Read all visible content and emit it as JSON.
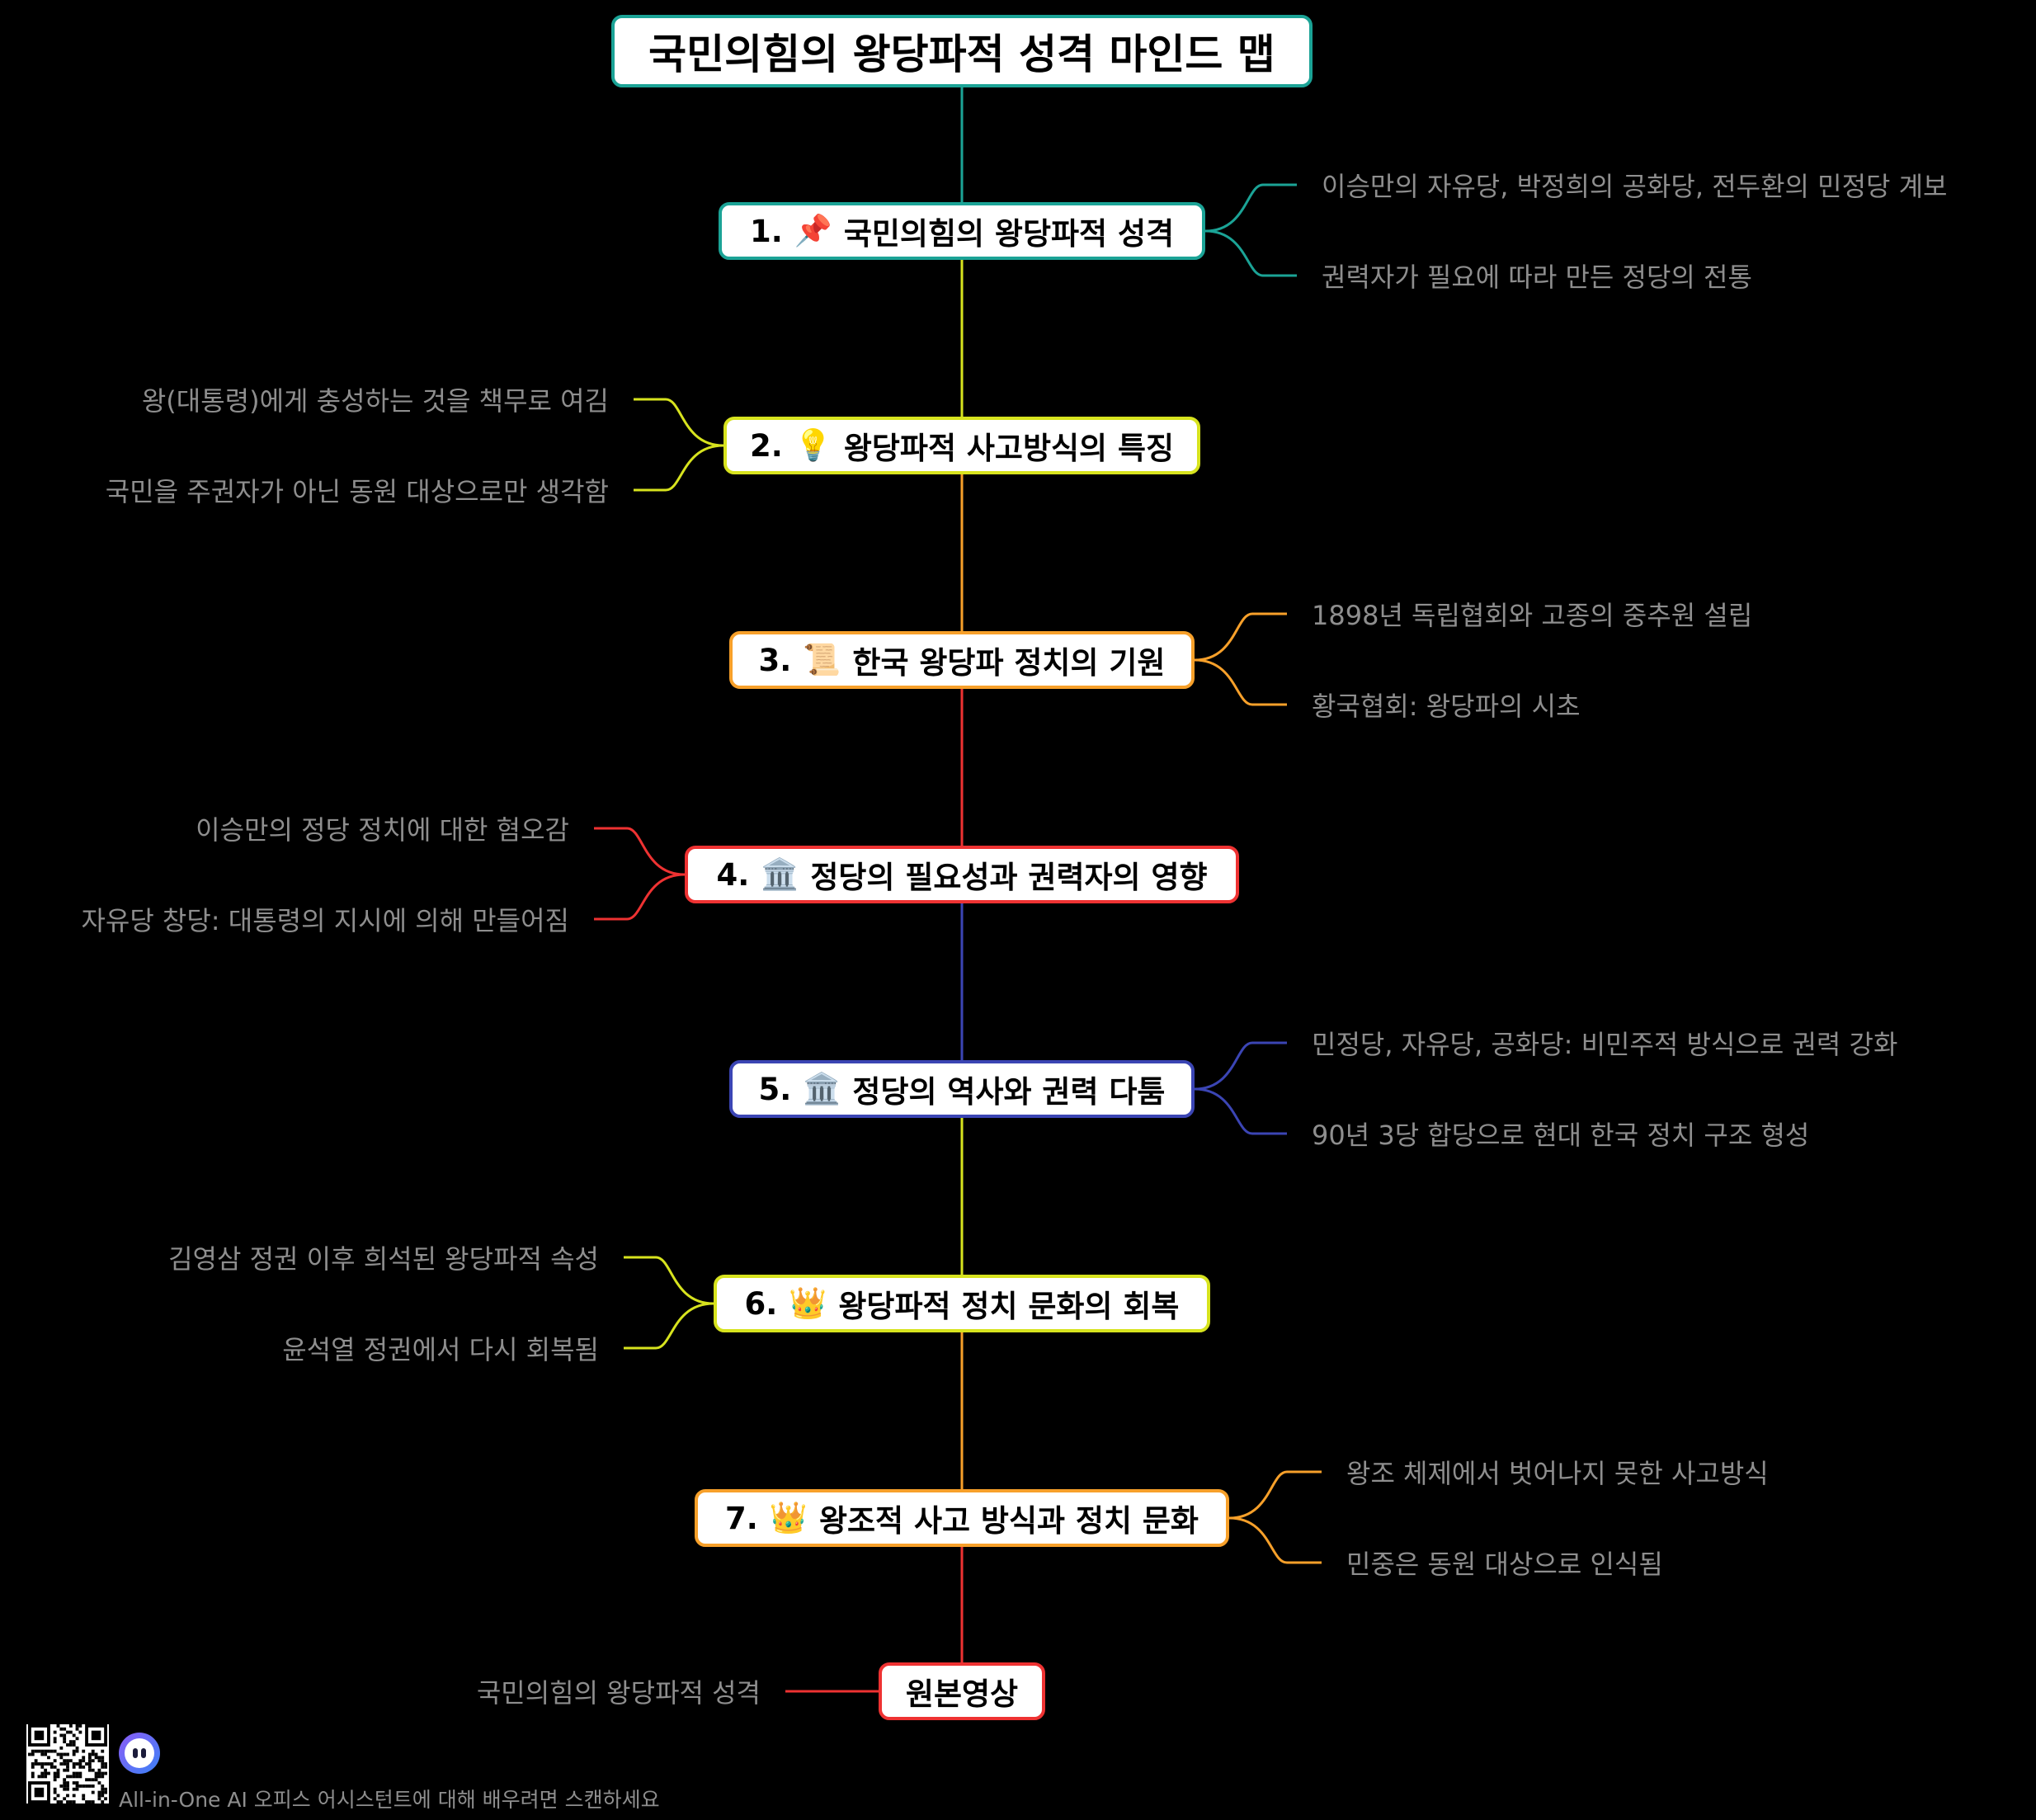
{
  "title": "국민의힘의 왕당파적 성격 마인드 맵",
  "colors": {
    "title": "#1ba396",
    "b1": "#1ba396",
    "b2": "#d7e31e",
    "b3": "#f7a02a",
    "b4": "#ee3232",
    "b5": "#3b45b4",
    "b6": "#d7e31e",
    "b7": "#f7a02a",
    "b8": "#ee3232"
  },
  "branches": [
    {
      "num": "1.",
      "emoji": "📌",
      "label": "국민의힘의 왕당파적 성격",
      "leaves": [
        "이승만의 자유당, 박정희의 공화당, 전두환의 민정당 계보",
        "권력자가 필요에 따라 만든 정당의 전통"
      ]
    },
    {
      "num": "2.",
      "emoji": "💡",
      "label": "왕당파적 사고방식의 특징",
      "leaves": [
        "왕(대통령)에게 충성하는 것을 책무로 여김",
        "국민을 주권자가 아닌 동원 대상으로만 생각함"
      ]
    },
    {
      "num": "3.",
      "emoji": "📜",
      "label": "한국 왕당파 정치의 기원",
      "leaves": [
        "1898년 독립협회와 고종의 중추원 설립",
        "황국협회: 왕당파의 시초"
      ]
    },
    {
      "num": "4.",
      "emoji": "🏛️",
      "label": "정당의 필요성과 권력자의 영향",
      "leaves": [
        "이승만의 정당 정치에 대한 혐오감",
        "자유당 창당: 대통령의 지시에 의해 만들어짐"
      ]
    },
    {
      "num": "5.",
      "emoji": "🏛️",
      "label": "정당의 역사와 권력 다툼",
      "leaves": [
        "민정당, 자유당, 공화당: 비민주적 방식으로 권력 강화",
        "90년 3당 합당으로 현대 한국 정치 구조 형성"
      ]
    },
    {
      "num": "6.",
      "emoji": "👑",
      "label": "왕당파적 정치 문화의 회복",
      "leaves": [
        "김영삼 정권 이후 희석된 왕당파적 속성",
        "윤석열 정권에서 다시 회복됨"
      ]
    },
    {
      "num": "7.",
      "emoji": "👑",
      "label": "왕조적 사고 방식과 정치 문화",
      "leaves": [
        "왕조 체제에서 벗어나지 못한 사고방식",
        "민중은 동원 대상으로 인식됨"
      ]
    },
    {
      "num": "",
      "emoji": "",
      "label": "원본영상",
      "leaves": [
        "국민의힘의 왕당파적 성격"
      ]
    }
  ],
  "footer": {
    "text": "All-in-One AI 오피스 어시스턴트에 대해 배우려면 스캔하세요"
  }
}
